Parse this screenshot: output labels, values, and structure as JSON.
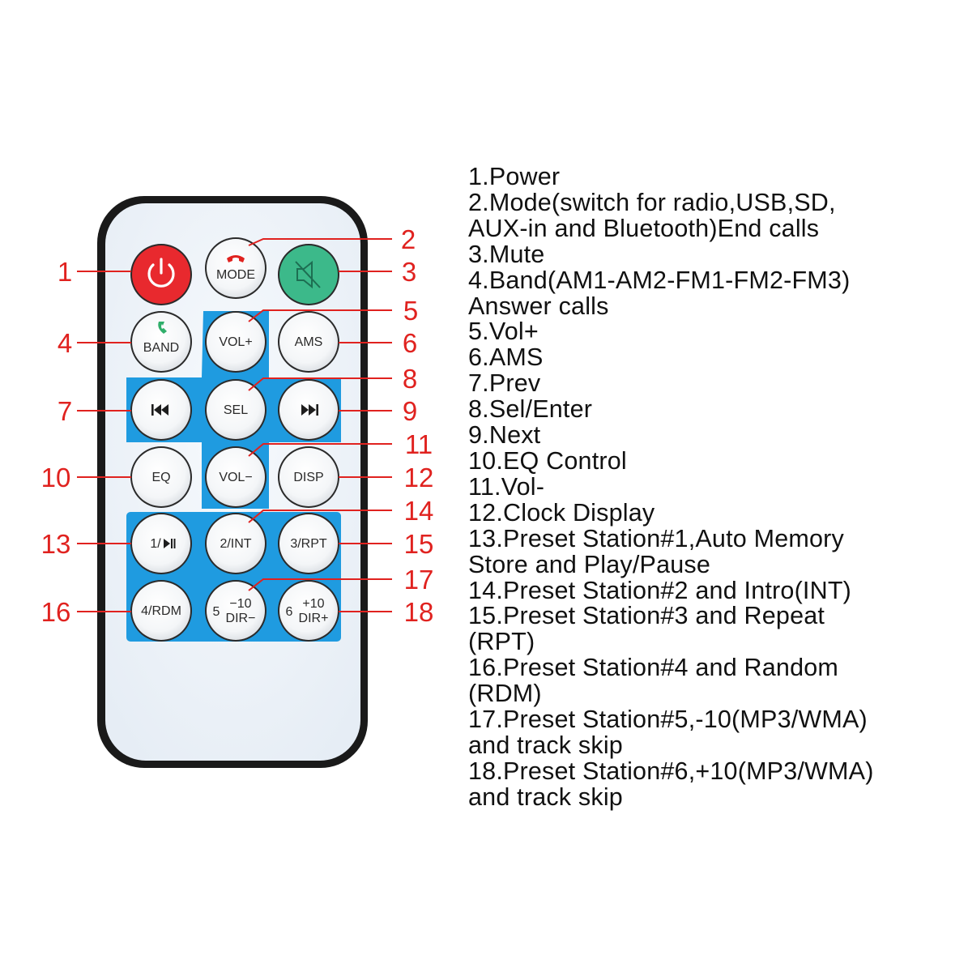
{
  "remote": {
    "buttons": [
      {
        "id": "power",
        "label": "",
        "icon": "power-icon",
        "color": "#e8292e"
      },
      {
        "id": "mode",
        "label": "MODE",
        "icon": "phone-hangup-icon",
        "icon_color": "#e0221f"
      },
      {
        "id": "mute",
        "label": "",
        "icon": "mute-speaker-icon",
        "color": "#3cb98a"
      },
      {
        "id": "band",
        "label": "BAND",
        "icon": "phone-answer-icon",
        "icon_color": "#2fae6a"
      },
      {
        "id": "volup",
        "label": "VOL+"
      },
      {
        "id": "ams",
        "label": "AMS"
      },
      {
        "id": "prev",
        "label": "",
        "icon": "skip-previous-icon"
      },
      {
        "id": "sel",
        "label": "SEL"
      },
      {
        "id": "next",
        "label": "",
        "icon": "skip-next-icon"
      },
      {
        "id": "eq",
        "label": "EQ"
      },
      {
        "id": "voldown",
        "label": "VOL−"
      },
      {
        "id": "disp",
        "label": "DISP"
      },
      {
        "id": "p1",
        "label": "1/",
        "icon": "play-pause-icon"
      },
      {
        "id": "p2",
        "label": "2/INT"
      },
      {
        "id": "p3",
        "label": "3/RPT"
      },
      {
        "id": "p4",
        "label": "4/RDM"
      },
      {
        "id": "p5",
        "num": "5",
        "top": "−10",
        "bottom": "DIR−"
      },
      {
        "id": "p6",
        "num": "6",
        "top": "+10",
        "bottom": "DIR+"
      }
    ],
    "colors": {
      "panel": "#1f9be0",
      "body": "#eef3f9",
      "outline": "#1a1a1a",
      "callout": "#e0221f"
    }
  },
  "callouts": [
    "1",
    "2",
    "3",
    "4",
    "5",
    "6",
    "7",
    "8",
    "9",
    "10",
    "11",
    "12",
    "13",
    "14",
    "15",
    "16",
    "17",
    "18"
  ],
  "legend": [
    "1.Power",
    "2.Mode(switch for radio,USB,SD,",
    "AUX-in and Bluetooth)End calls",
    "3.Mute",
    "4.Band(AM1-AM2-FM1-FM2-FM3)",
    "Answer calls",
    "5.Vol+",
    "6.AMS",
    "7.Prev",
    "8.Sel/Enter",
    "9.Next",
    "10.EQ Control",
    "11.Vol-",
    "12.Clock Display",
    "13.Preset Station#1,Auto Memory",
    "Store and Play/Pause",
    "14.Preset Station#2 and Intro(INT)",
    "15.Preset Station#3 and Repeat",
    "(RPT)",
    "16.Preset Station#4 and Random",
    "(RDM)",
    "17.Preset Station#5,-10(MP3/WMA)",
    "and track skip",
    "18.Preset Station#6,+10(MP3/WMA)",
    "and track skip"
  ]
}
